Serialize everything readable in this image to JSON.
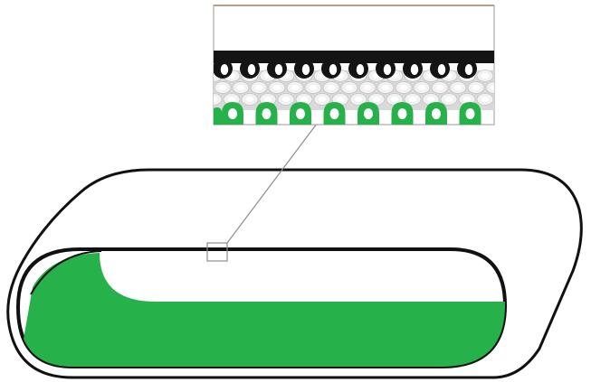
{
  "colors": {
    "background": "#ffffff",
    "outline": "#111111",
    "belt_fill": "#27b14a",
    "top_strand_dark": "#141414",
    "middle_layer": "#d9d9d9",
    "middle_layer_light": "#f2f2f2",
    "bottom_strand_green": "#27b14a",
    "callout_line": "#8c8c8c",
    "inset_top_edge": "#b79f84"
  },
  "icons": [
    "conveyor-belt-loop",
    "magnified-belt-section",
    "callout-marker"
  ],
  "layers": {
    "top_strand_count": 10,
    "bottom_strand_count": 8,
    "middle_rows": 3
  }
}
